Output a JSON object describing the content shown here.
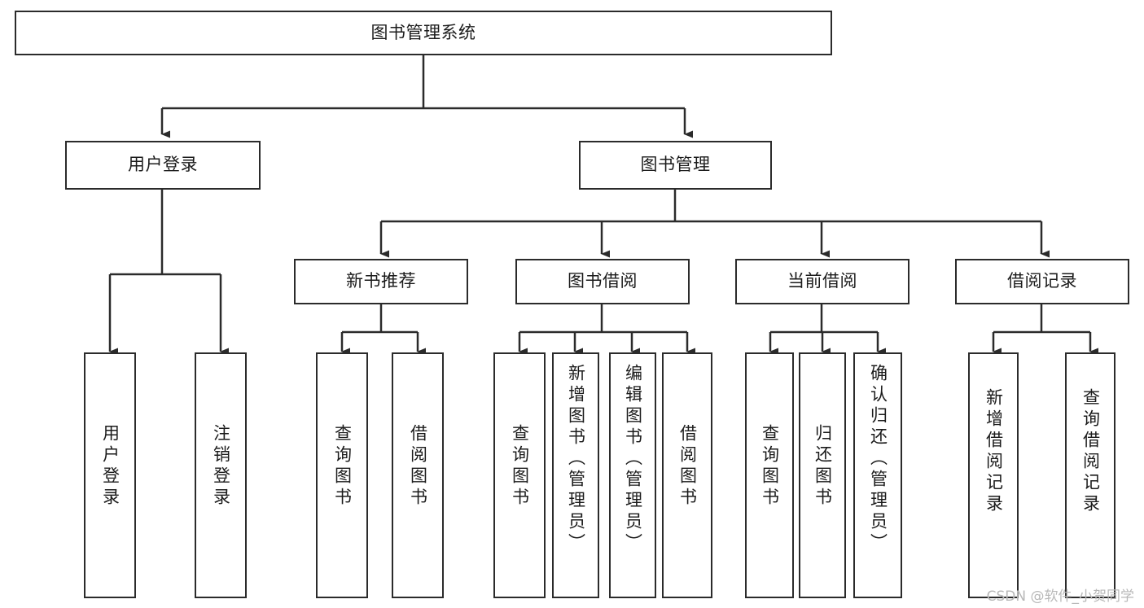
{
  "diagram": {
    "title": "图书管理系统",
    "type": "tree-hierarchy-chart",
    "watermark": "CSDN @软件_小贺同学",
    "colors": {
      "stroke": "#2b2b2b",
      "fill": "#ffffff",
      "text": "#1b1b1b",
      "watermark": "#b8b8b8"
    },
    "root": {
      "label": "图书管理系统",
      "orientation": "horizontal"
    },
    "level2": [
      {
        "label": "用户登录",
        "orientation": "horizontal"
      },
      {
        "label": "图书管理",
        "orientation": "horizontal"
      }
    ],
    "level3": [
      {
        "label": "新书推荐",
        "orientation": "horizontal"
      },
      {
        "label": "图书借阅",
        "orientation": "horizontal"
      },
      {
        "label": "当前借阅",
        "orientation": "horizontal"
      },
      {
        "label": "借阅记录",
        "orientation": "horizontal"
      }
    ],
    "leaves": {
      "user_login": [
        {
          "label": "用户登录",
          "orientation": "vertical"
        },
        {
          "label": "注销登录",
          "orientation": "vertical"
        }
      ],
      "new_book_recommend": [
        {
          "label": "查询图书",
          "orientation": "vertical"
        },
        {
          "label": "借阅图书",
          "orientation": "vertical"
        }
      ],
      "book_borrow": [
        {
          "label": "查询图书",
          "orientation": "vertical"
        },
        {
          "label": "新增图书（管理员）",
          "orientation": "vertical"
        },
        {
          "label": "编辑图书（管理员）",
          "orientation": "vertical"
        },
        {
          "label": "借阅图书",
          "orientation": "vertical"
        }
      ],
      "current_borrow": [
        {
          "label": "查询图书",
          "orientation": "vertical"
        },
        {
          "label": "归还图书",
          "orientation": "vertical"
        },
        {
          "label": "确认归还（管理员）",
          "orientation": "vertical"
        }
      ],
      "borrow_record": [
        {
          "label": "新增借阅记录",
          "orientation": "vertical"
        },
        {
          "label": "查询借阅记录",
          "orientation": "vertical"
        }
      ]
    }
  }
}
